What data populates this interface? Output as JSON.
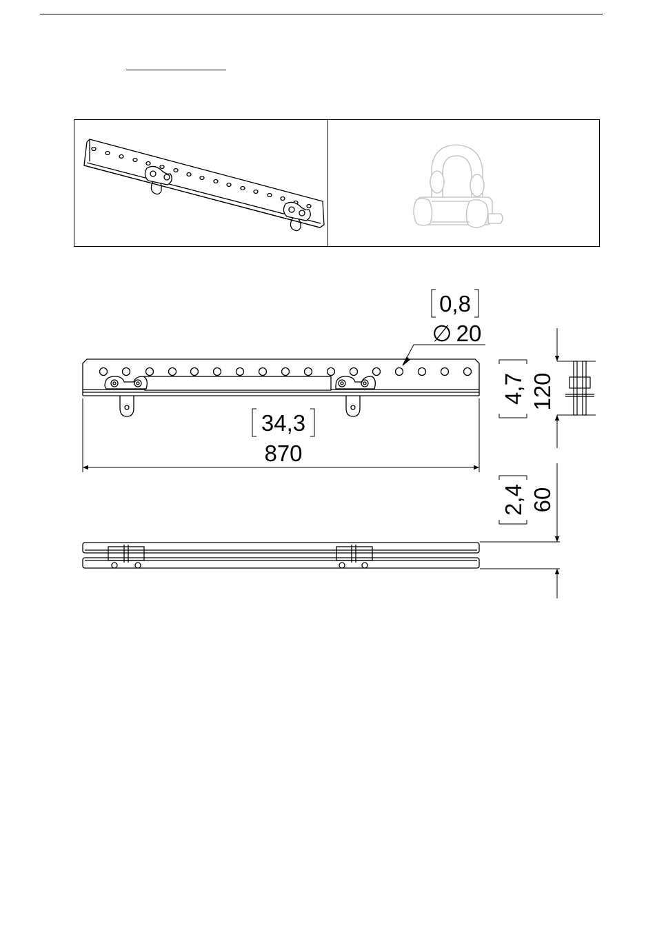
{
  "page": {
    "header_rule": true,
    "title_underline_text": ""
  },
  "panels": {
    "left": {
      "subject": "mounting-bar-perspective"
    },
    "right": {
      "subject": "bow-shackle"
    }
  },
  "dimensions": {
    "hole_tolerance_inch": "0,8",
    "hole_diameter_symbol": "∅",
    "hole_diameter_mm": "20",
    "length_inch": "34,3",
    "length_mm": "870",
    "height_inch": "4,7",
    "height_mm": "120",
    "depth_inch": "2,4",
    "depth_mm": "60"
  },
  "colors": {
    "line": "#000000",
    "background": "#ffffff",
    "shackle_grey": "#c8c8c8"
  }
}
